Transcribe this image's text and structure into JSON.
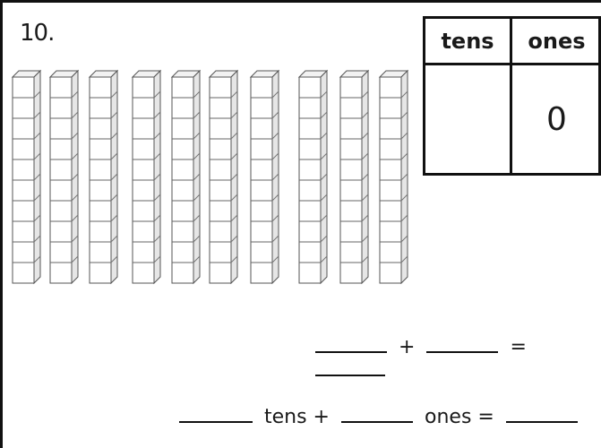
{
  "question": {
    "number": "10."
  },
  "place_value_table": {
    "headers": [
      "tens",
      "ones"
    ],
    "values": [
      "",
      "0"
    ]
  },
  "base_ten_blocks": {
    "rods": 10,
    "cubes_per_rod": 10,
    "loose_cubes": 0
  },
  "equation1": {
    "plus": "+",
    "equals": "="
  },
  "equation2": {
    "tens_label": "tens +",
    "ones_label": "ones ="
  }
}
